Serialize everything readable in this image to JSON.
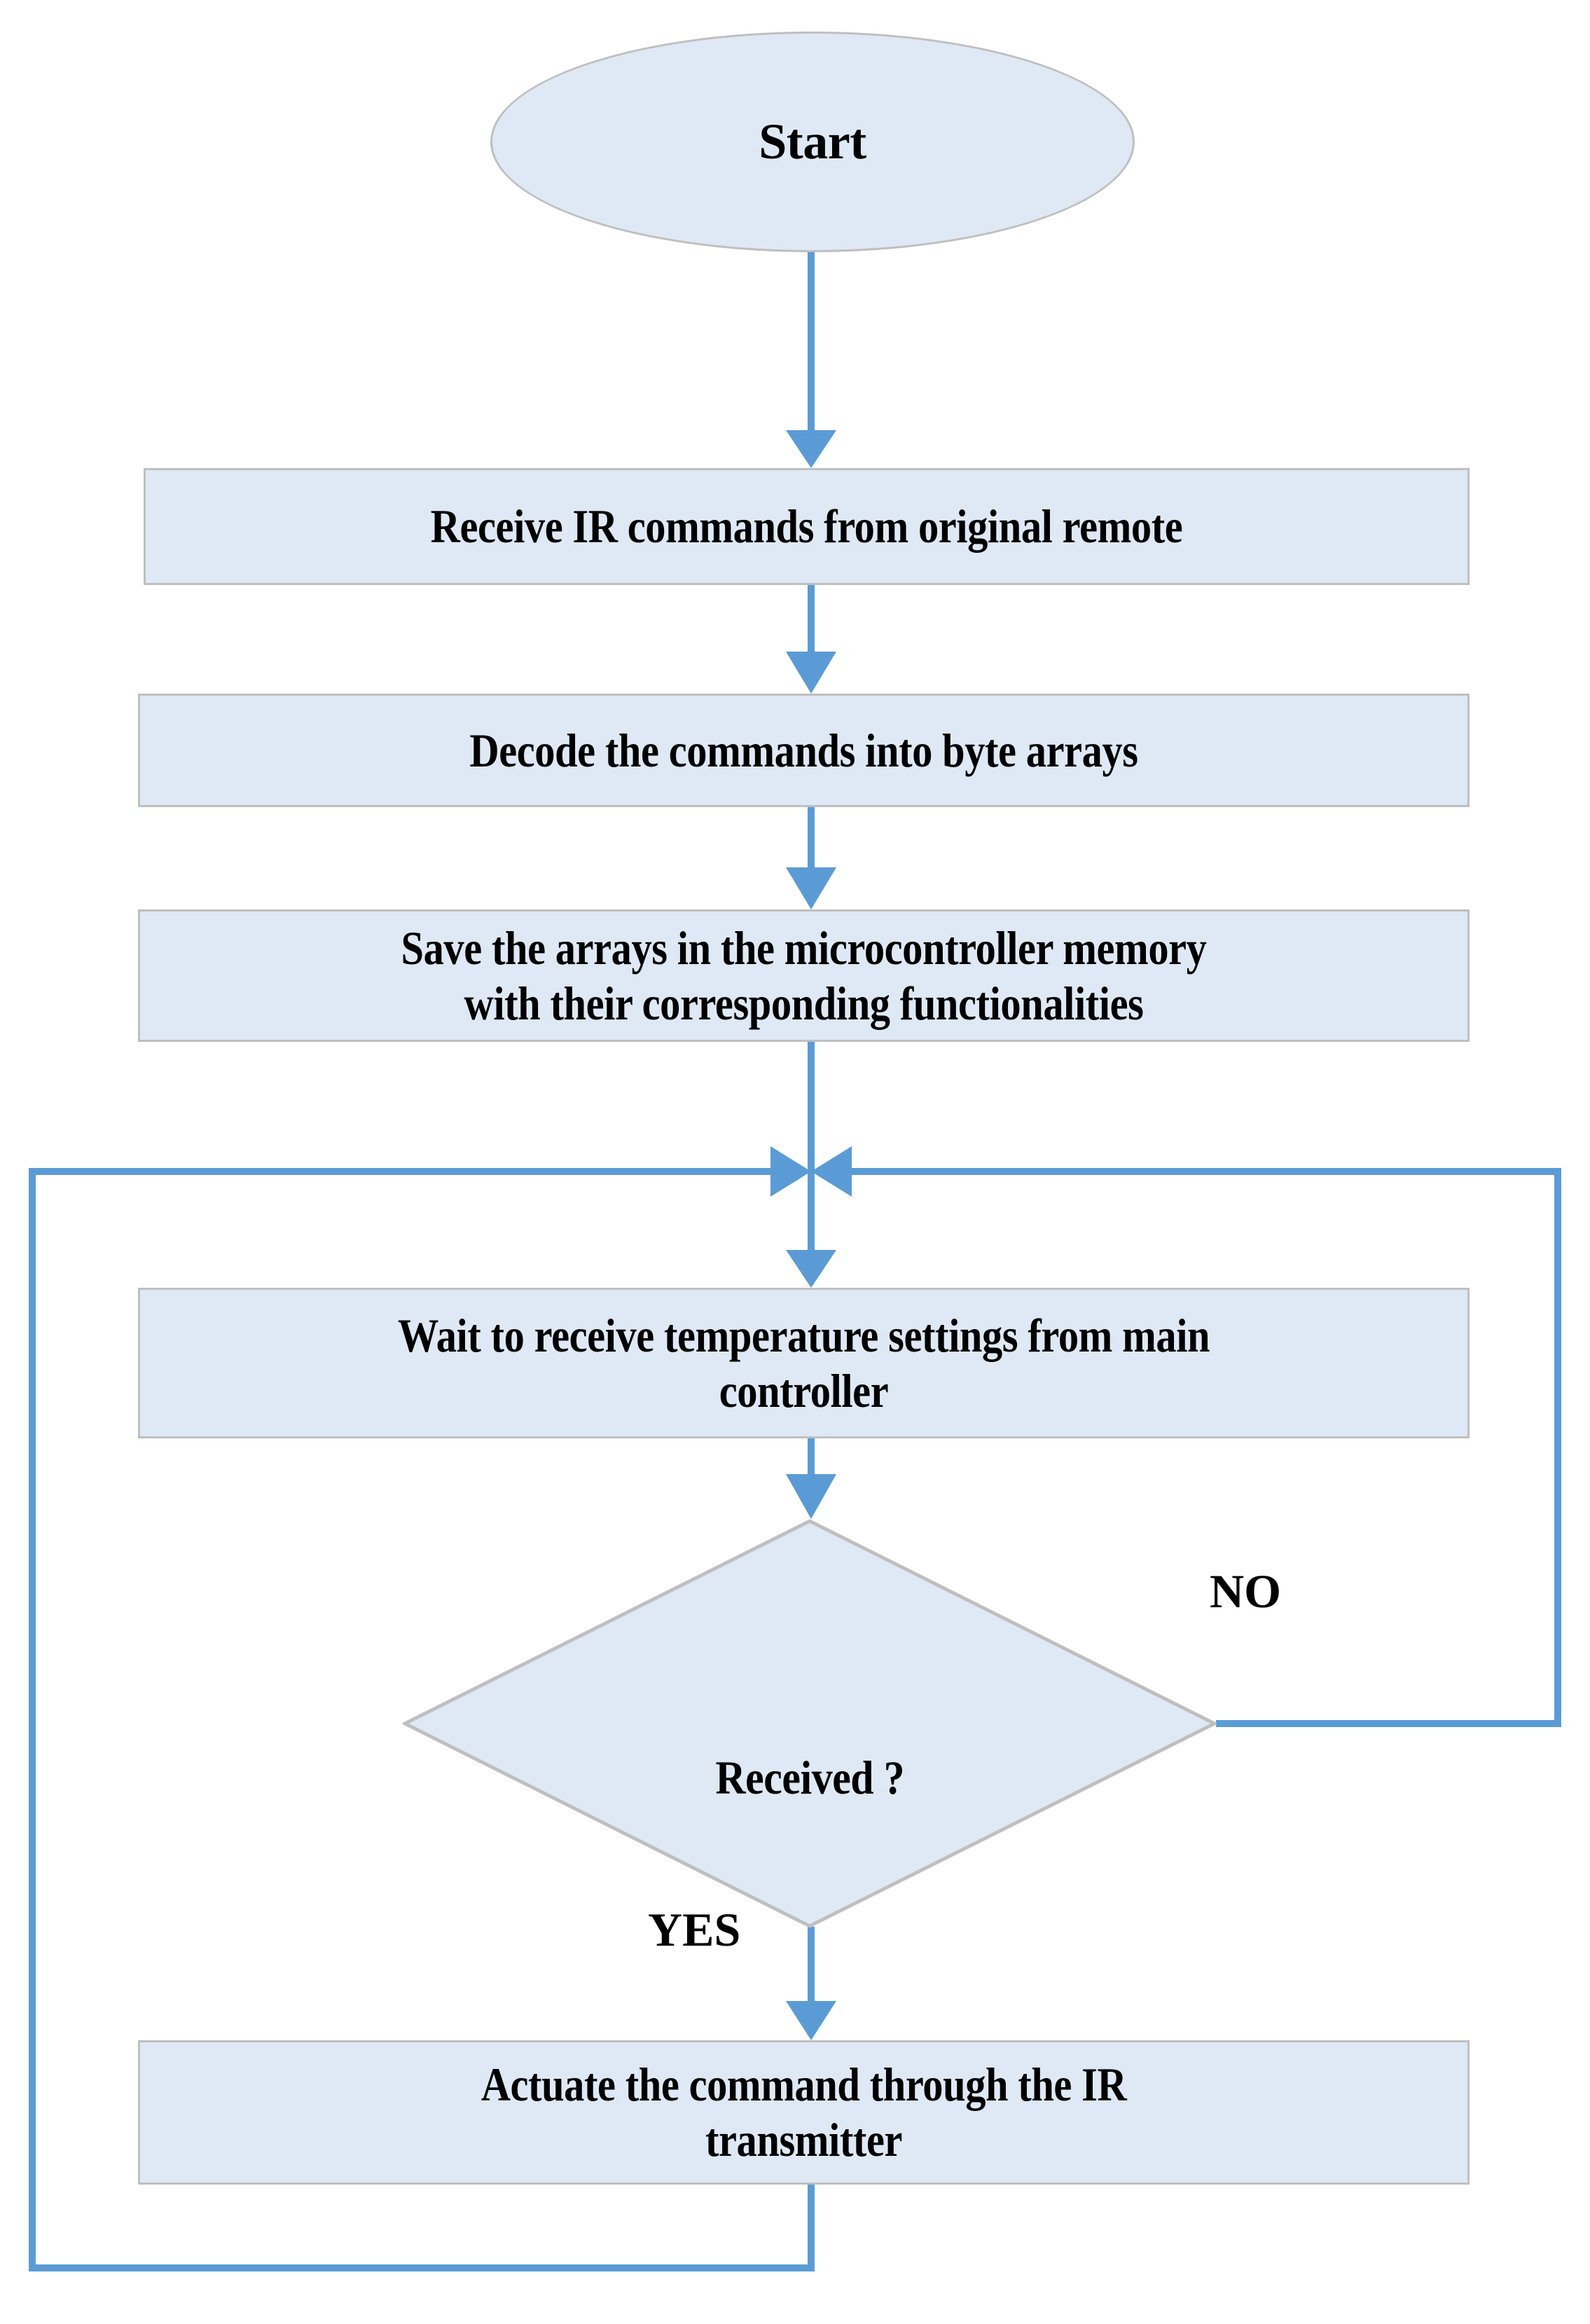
{
  "diagram": {
    "title": "IR remote control command flowchart",
    "type": "flowchart",
    "colors": {
      "node_fill": "#dfe9f5",
      "node_border": "#bfbfbf",
      "connector": "#5b9bd5",
      "text": "#000000",
      "background": "#ffffff"
    },
    "nodes": [
      {
        "id": "start",
        "shape": "terminator",
        "label": "Start"
      },
      {
        "id": "receive",
        "shape": "process",
        "label": "Receive IR commands from original remote"
      },
      {
        "id": "decode",
        "shape": "process",
        "label": "Decode the commands into byte arrays"
      },
      {
        "id": "save",
        "shape": "process",
        "line1": "Save the arrays in the microcontroller memory",
        "line2": "with their corresponding functionalities"
      },
      {
        "id": "wait",
        "shape": "process",
        "line1": "Wait to receive temperature settings from main",
        "line2": "controller"
      },
      {
        "id": "received",
        "shape": "decision",
        "label": "Received ?"
      },
      {
        "id": "actuate",
        "shape": "process",
        "line1": "Actuate the command through the IR",
        "line2": "transmitter"
      }
    ],
    "edges": [
      {
        "id": "e-start-receive",
        "from": "start",
        "to": "receive",
        "label": ""
      },
      {
        "id": "e-receive-decode",
        "from": "receive",
        "to": "decode",
        "label": ""
      },
      {
        "id": "e-decode-save",
        "from": "decode",
        "to": "save",
        "label": ""
      },
      {
        "id": "e-save-merge",
        "from": "save",
        "to": "wait",
        "label": ""
      },
      {
        "id": "e-wait-received",
        "from": "wait",
        "to": "received",
        "label": ""
      },
      {
        "id": "e-received-no",
        "from": "received",
        "to": "wait",
        "label": "NO"
      },
      {
        "id": "e-received-yes",
        "from": "received",
        "to": "actuate",
        "label": "YES"
      },
      {
        "id": "e-actuate-loop",
        "from": "actuate",
        "to": "wait",
        "label": ""
      }
    ],
    "branch_labels": {
      "no": "NO",
      "yes": "YES"
    }
  }
}
